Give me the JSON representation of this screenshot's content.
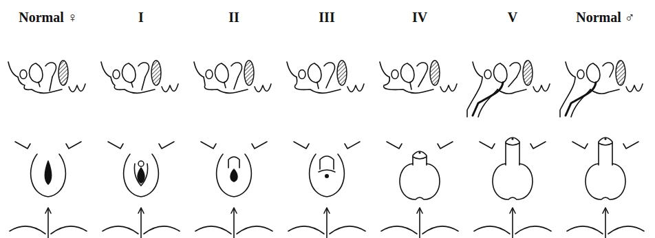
{
  "diagram": {
    "labels": [
      "Normal ♀",
      "I",
      "II",
      "III",
      "IV",
      "V",
      "Normal ♂"
    ]
  }
}
